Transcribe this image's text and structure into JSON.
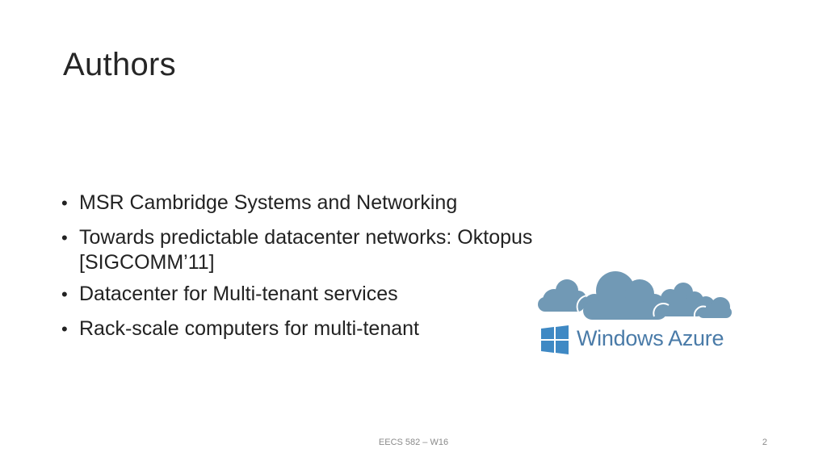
{
  "slide": {
    "title": "Authors",
    "bullets": [
      "MSR Cambridge Systems and Networking",
      "Towards predictable datacenter networks: Oktopus [SIGCOMM’11]",
      "Datacenter for Multi-tenant services",
      "Rack-scale computers for multi-tenant"
    ],
    "bullet_marker": "•",
    "logo": {
      "text": "Windows Azure",
      "icons": [
        "cloud-icon",
        "windows-flag-icon"
      ],
      "cloud_color": "#7199b5",
      "text_color": "#4a7ba8"
    },
    "footer": {
      "center": "EECS 582 – W16",
      "page_number": "2"
    }
  }
}
